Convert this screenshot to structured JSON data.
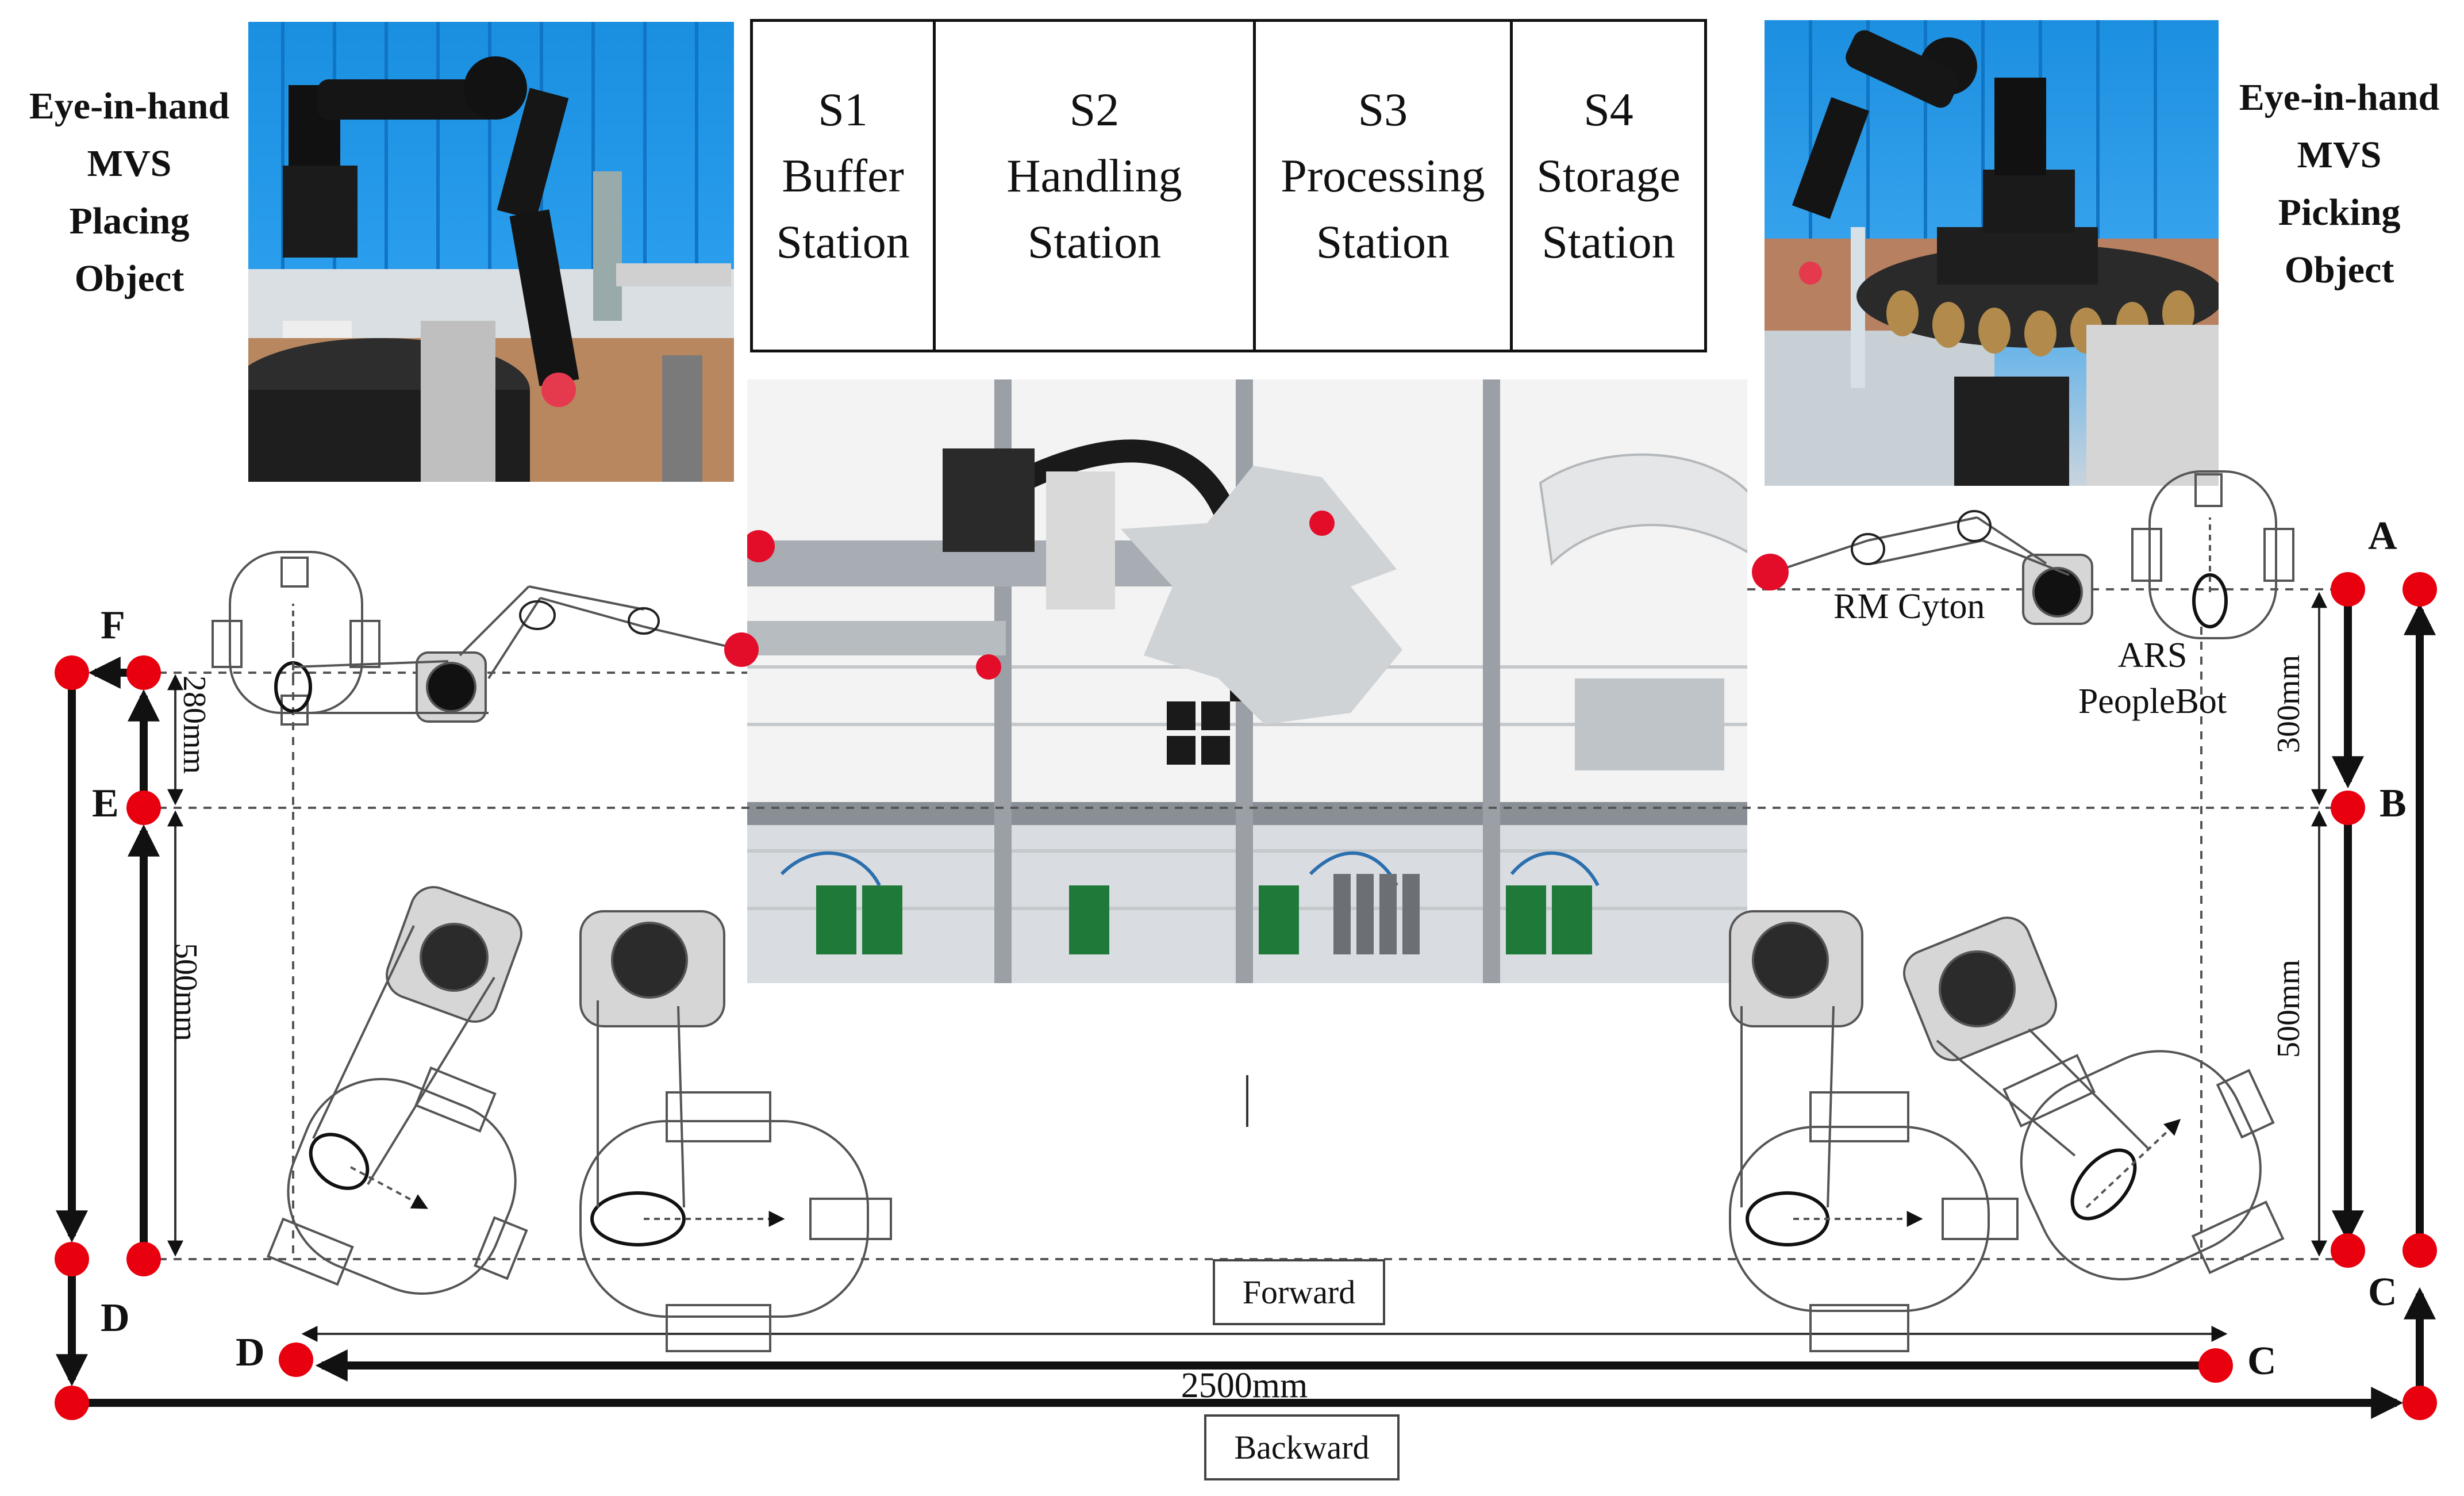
{
  "left_caption": {
    "line1": "Eye-in-hand",
    "line2": "MVS",
    "line3": "Placing",
    "line4": "Object"
  },
  "right_caption": {
    "line1": "Eye-in-hand",
    "line2": "MVS",
    "line3": "Picking",
    "line4": "Object"
  },
  "stations": [
    {
      "id": "S1",
      "line1": "Buffer",
      "line2": "Station"
    },
    {
      "id": "S2",
      "line1": "Handling",
      "line2": "Station"
    },
    {
      "id": "S3",
      "line1": "Processing",
      "line2": "Station"
    },
    {
      "id": "S4",
      "line1": "Storage",
      "line2": "Station"
    }
  ],
  "labels": {
    "robot_arm": "RM Cyton",
    "mobile_base_line1": "ARS",
    "mobile_base_line2": "PeopleBot",
    "dim_300": "300mm",
    "dim_500_right": "500mm",
    "dim_280": "280mm",
    "dim_500_left": "500mm",
    "dim_2500": "2500mm",
    "forward": "Forward",
    "backward": "Backward"
  },
  "points": {
    "A": "A",
    "B": "B",
    "C_right": "C",
    "C_bottom": "C",
    "D_left": "D",
    "D_bottom": "D",
    "E": "E",
    "F": "F"
  },
  "colors": {
    "waypoint": "#e8000f",
    "arrow": "#111111",
    "dashed": "#555555"
  }
}
